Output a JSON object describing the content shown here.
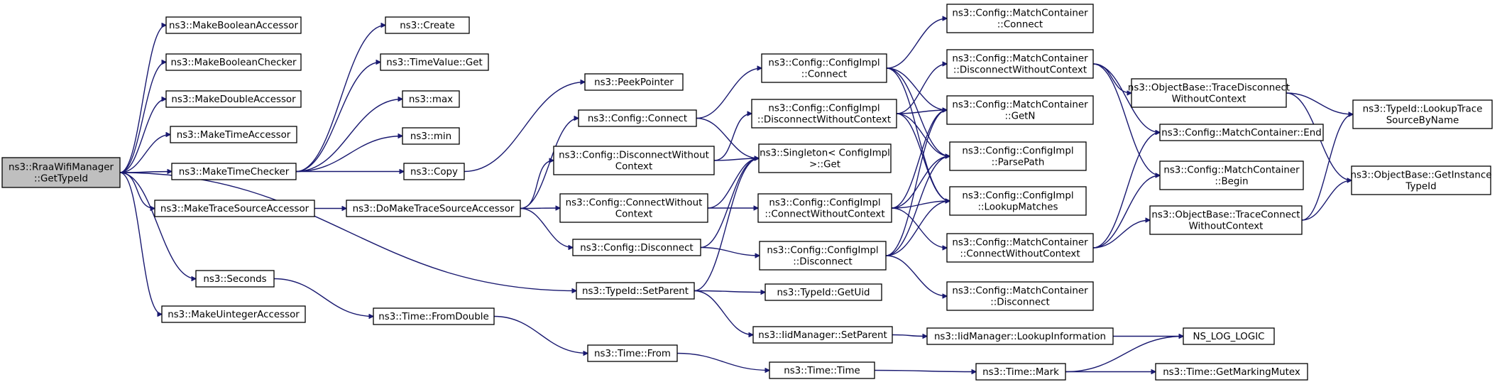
{
  "graph": {
    "edge_color": "#191970",
    "root_fill": "#bfbfbf",
    "nodes": [
      {
        "id": "root",
        "lines": [
          "ns3::RraaWifiManager",
          "::GetTypeId"
        ]
      },
      {
        "id": "mba",
        "lines": [
          "ns3::MakeBooleanAccessor"
        ]
      },
      {
        "id": "mbc",
        "lines": [
          "ns3::MakeBooleanChecker"
        ]
      },
      {
        "id": "mda",
        "lines": [
          "ns3::MakeDoubleAccessor"
        ]
      },
      {
        "id": "mta",
        "lines": [
          "ns3::MakeTimeAccessor"
        ]
      },
      {
        "id": "mtc",
        "lines": [
          "ns3::MakeTimeChecker"
        ]
      },
      {
        "id": "mtsa",
        "lines": [
          "ns3::MakeTraceSourceAccessor"
        ]
      },
      {
        "id": "sec",
        "lines": [
          "ns3::Seconds"
        ]
      },
      {
        "id": "mua",
        "lines": [
          "ns3::MakeUintegerAccessor"
        ]
      },
      {
        "id": "create",
        "lines": [
          "ns3::Create"
        ]
      },
      {
        "id": "tvget",
        "lines": [
          "ns3::TimeValue::Get"
        ]
      },
      {
        "id": "max",
        "lines": [
          "ns3::max"
        ]
      },
      {
        "id": "min",
        "lines": [
          "ns3::min"
        ]
      },
      {
        "id": "copy",
        "lines": [
          "ns3::Copy"
        ]
      },
      {
        "id": "dmtsa",
        "lines": [
          "ns3::DoMakeTraceSourceAccessor"
        ]
      },
      {
        "id": "tfd",
        "lines": [
          "ns3::Time::FromDouble"
        ]
      },
      {
        "id": "tfrom",
        "lines": [
          "ns3::Time::From"
        ]
      },
      {
        "id": "peek",
        "lines": [
          "ns3::PeekPointer"
        ]
      },
      {
        "id": "cconn",
        "lines": [
          "ns3::Config::Connect"
        ]
      },
      {
        "id": "cdwc",
        "lines": [
          "ns3::Config::DisconnectWithout",
          "Context"
        ]
      },
      {
        "id": "ccwc",
        "lines": [
          "ns3::Config::ConnectWithout",
          "Context"
        ]
      },
      {
        "id": "cdisc",
        "lines": [
          "ns3::Config::Disconnect"
        ]
      },
      {
        "id": "tsp",
        "lines": [
          "ns3::TypeId::SetParent"
        ]
      },
      {
        "id": "cicon",
        "lines": [
          "ns3::Config::ConfigImpl",
          "::Connect"
        ]
      },
      {
        "id": "cidwc",
        "lines": [
          "ns3::Config::ConfigImpl",
          "::DisconnectWithoutContext"
        ]
      },
      {
        "id": "singleton",
        "lines": [
          "ns3::Singleton< ConfigImpl",
          " >::Get"
        ]
      },
      {
        "id": "cicwc",
        "lines": [
          "ns3::Config::ConfigImpl",
          "::ConnectWithoutContext"
        ]
      },
      {
        "id": "cidisc",
        "lines": [
          "ns3::Config::ConfigImpl",
          "::Disconnect"
        ]
      },
      {
        "id": "tgu",
        "lines": [
          "ns3::TypeId::GetUid"
        ]
      },
      {
        "id": "iidsp",
        "lines": [
          "ns3::IidManager::SetParent"
        ]
      },
      {
        "id": "ttime",
        "lines": [
          "ns3::Time::Time"
        ]
      },
      {
        "id": "mccon",
        "lines": [
          "ns3::Config::MatchContainer",
          "::Connect"
        ]
      },
      {
        "id": "mcdwc",
        "lines": [
          "ns3::Config::MatchContainer",
          "::DisconnectWithoutContext"
        ]
      },
      {
        "id": "mcgetn",
        "lines": [
          "ns3::Config::MatchContainer",
          "::GetN"
        ]
      },
      {
        "id": "ciparse",
        "lines": [
          "ns3::Config::ConfigImpl",
          "::ParsePath"
        ]
      },
      {
        "id": "cilookup",
        "lines": [
          "ns3::Config::ConfigImpl",
          "::LookupMatches"
        ]
      },
      {
        "id": "mccwc",
        "lines": [
          "ns3::Config::MatchContainer",
          "::ConnectWithoutContext"
        ]
      },
      {
        "id": "mcdisc",
        "lines": [
          "ns3::Config::MatchContainer",
          "::Disconnect"
        ]
      },
      {
        "id": "iidli",
        "lines": [
          "ns3::IidManager::LookupInformation"
        ]
      },
      {
        "id": "tmark",
        "lines": [
          "ns3::Time::Mark"
        ]
      },
      {
        "id": "obtdwc",
        "lines": [
          "ns3::ObjectBase::TraceDisconnect",
          "WithoutContext"
        ]
      },
      {
        "id": "mcend",
        "lines": [
          "ns3::Config::MatchContainer::End"
        ]
      },
      {
        "id": "mcbegin",
        "lines": [
          "ns3::Config::MatchContainer",
          "::Begin"
        ]
      },
      {
        "id": "obtcwc",
        "lines": [
          "ns3::ObjectBase::TraceConnect",
          "WithoutContext"
        ]
      },
      {
        "id": "nslog",
        "lines": [
          "NS_LOG_LOGIC"
        ]
      },
      {
        "id": "tgmm",
        "lines": [
          "ns3::Time::GetMarkingMutex"
        ]
      },
      {
        "id": "tidlts",
        "lines": [
          "ns3::TypeId::LookupTrace",
          "SourceByName"
        ]
      },
      {
        "id": "obgit",
        "lines": [
          "ns3::ObjectBase::GetInstance",
          "TypeId"
        ]
      }
    ],
    "edges": [
      [
        "root",
        "mba"
      ],
      [
        "root",
        "mbc"
      ],
      [
        "root",
        "mda"
      ],
      [
        "root",
        "mta"
      ],
      [
        "root",
        "mtc"
      ],
      [
        "root",
        "mtsa"
      ],
      [
        "root",
        "sec"
      ],
      [
        "root",
        "mua"
      ],
      [
        "root",
        "tsp"
      ],
      [
        "mtc",
        "create"
      ],
      [
        "mtc",
        "tvget"
      ],
      [
        "mtc",
        "max"
      ],
      [
        "mtc",
        "min"
      ],
      [
        "mtc",
        "copy"
      ],
      [
        "copy",
        "peek"
      ],
      [
        "mtsa",
        "dmtsa"
      ],
      [
        "dmtsa",
        "cconn"
      ],
      [
        "dmtsa",
        "cdwc"
      ],
      [
        "dmtsa",
        "ccwc"
      ],
      [
        "dmtsa",
        "cdisc"
      ],
      [
        "sec",
        "tfd"
      ],
      [
        "tfd",
        "tfrom"
      ],
      [
        "tfrom",
        "ttime"
      ],
      [
        "ttime",
        "tmark"
      ],
      [
        "tmark",
        "nslog"
      ],
      [
        "tmark",
        "tgmm"
      ],
      [
        "cconn",
        "cicon"
      ],
      [
        "cconn",
        "singleton"
      ],
      [
        "cdwc",
        "cidwc"
      ],
      [
        "cdwc",
        "singleton"
      ],
      [
        "ccwc",
        "cicwc"
      ],
      [
        "ccwc",
        "singleton"
      ],
      [
        "cdisc",
        "cidisc"
      ],
      [
        "cdisc",
        "singleton"
      ],
      [
        "tsp",
        "singleton"
      ],
      [
        "tsp",
        "tgu"
      ],
      [
        "tsp",
        "iidsp"
      ],
      [
        "iidsp",
        "iidli"
      ],
      [
        "iidli",
        "nslog"
      ],
      [
        "cicon",
        "mccon"
      ],
      [
        "cicon",
        "mcgetn"
      ],
      [
        "cicon",
        "ciparse"
      ],
      [
        "cicon",
        "cilookup"
      ],
      [
        "cidwc",
        "mcdwc"
      ],
      [
        "cidwc",
        "mcgetn"
      ],
      [
        "cidwc",
        "ciparse"
      ],
      [
        "cidwc",
        "cilookup"
      ],
      [
        "cicwc",
        "mccwc"
      ],
      [
        "cicwc",
        "mcgetn"
      ],
      [
        "cicwc",
        "ciparse"
      ],
      [
        "cicwc",
        "cilookup"
      ],
      [
        "cidisc",
        "mcdisc"
      ],
      [
        "cidisc",
        "mcgetn"
      ],
      [
        "cidisc",
        "ciparse"
      ],
      [
        "cidisc",
        "cilookup"
      ],
      [
        "mcdwc",
        "obtdwc"
      ],
      [
        "mcdwc",
        "mcend"
      ],
      [
        "mcdwc",
        "mcbegin"
      ],
      [
        "mccwc",
        "obtcwc"
      ],
      [
        "mccwc",
        "mcend"
      ],
      [
        "mccwc",
        "mcbegin"
      ],
      [
        "obtdwc",
        "tidlts"
      ],
      [
        "obtdwc",
        "obgit"
      ],
      [
        "obtcwc",
        "tidlts"
      ],
      [
        "obtcwc",
        "obgit"
      ]
    ]
  }
}
